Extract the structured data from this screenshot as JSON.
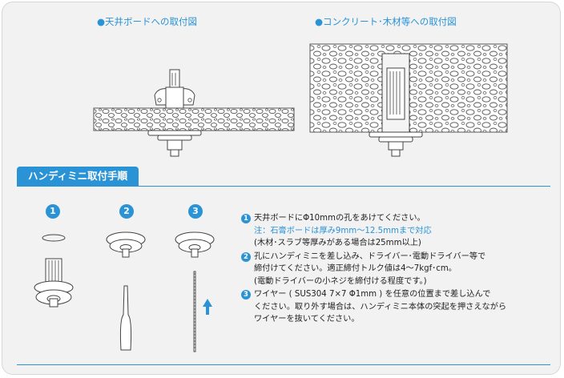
{
  "captions": {
    "ceiling": "●天井ボードへの取付図",
    "concrete": "●コンクリート･木材等への取付図"
  },
  "section_title": "ハンディミニ取付手順",
  "steps": [
    "1",
    "2",
    "3"
  ],
  "instructions": [
    {
      "num": "1",
      "lines": [
        "天井ボードにΦ10mmの孔をあけてください。"
      ],
      "note": "注：石膏ボードは厚み9mm〜12.5mmまで対応",
      "sub": "(木材･スラブ等厚みがある場合は25mm以上)"
    },
    {
      "num": "2",
      "lines": [
        "孔にハンディミニを差し込み、ドライバー･電動ドライバー等で",
        "締付けてください。適正締付トルク値は4〜7kgf･cm。",
        "(電動ドライバーの小ネジを締付ける程度です。)"
      ]
    },
    {
      "num": "3",
      "lines": [
        "ワイヤー ( SUS304 7×7 Φ1mm ) を任意の位置まで差し込んで",
        "ください。取り外す場合は、ハンディミニ本体の突起を押さえながら",
        "ワイヤーを抜いてください。"
      ]
    }
  ],
  "colors": {
    "accent": "#2a93d5",
    "background": "#f2f2f3",
    "text": "#222222"
  }
}
